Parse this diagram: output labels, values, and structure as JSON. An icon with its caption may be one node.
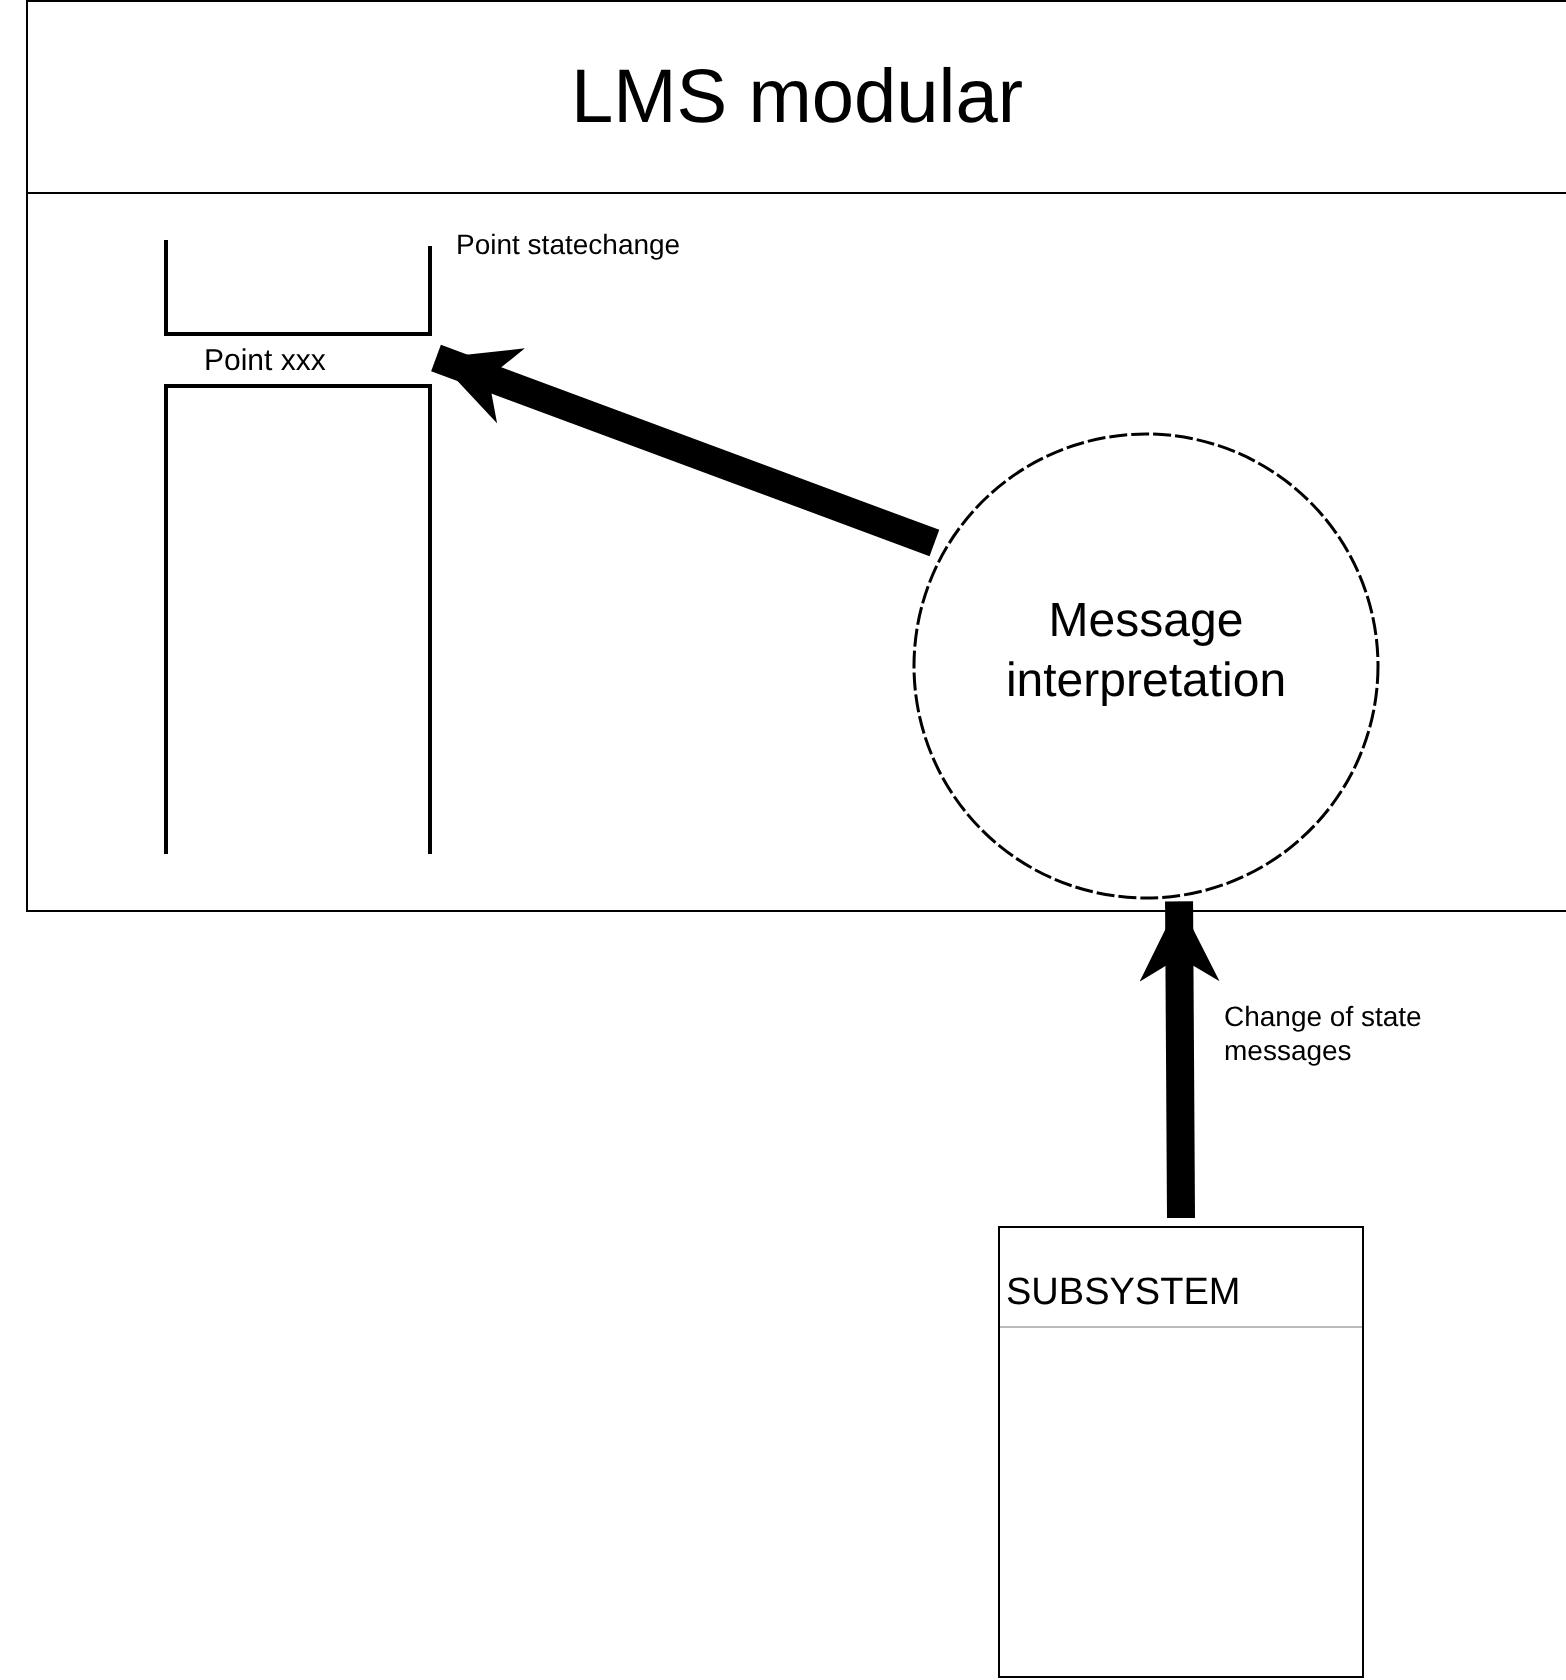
{
  "diagram": {
    "nodes": [
      {
        "text": [
          "LMS modular"
        ]
      },
      {
        "text": [
          "Point statechange"
        ],
        "in": 0
      },
      {
        "text": [
          "Point xxx"
        ],
        "in": 1
      },
      {
        "text": [
          "Message interpretation"
        ],
        "in": 0
      },
      {
        "text": [
          "SUBSYSTEM"
        ]
      }
    ],
    "edges": [
      {
        "from": 3,
        "to": 2,
        "arrow": "to"
      },
      {
        "from": 4,
        "to": 3,
        "arrow": "to",
        "label": "Change of state messages"
      }
    ]
  }
}
